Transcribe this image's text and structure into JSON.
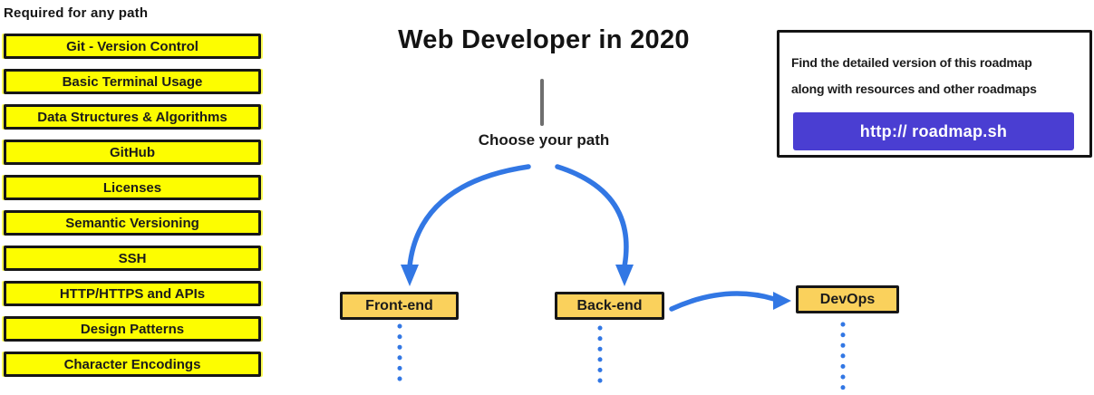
{
  "page": {
    "title": "Web Developer in 2020",
    "choose_path_label": "Choose your path"
  },
  "required_section": {
    "header": "Required for any path",
    "items": [
      "Git - Version Control",
      "Basic Terminal Usage",
      "Data Structures & Algorithms",
      "GitHub",
      "Licenses",
      "Semantic Versioning",
      "SSH",
      "HTTP/HTTPS and APIs",
      "Design Patterns",
      "Character Encodings"
    ]
  },
  "path_nodes": {
    "front_end": "Front-end",
    "back_end": "Back-end",
    "devops": "DevOps"
  },
  "info_box": {
    "line1": "Find the detailed version of this roadmap",
    "line2": "along with resources and other roadmaps",
    "button_label": "http:// roadmap.sh"
  },
  "colors": {
    "highlight_yellow": "#fdfd00",
    "node_amber": "#fad15c",
    "arrow_blue": "#3277e4",
    "brand_indigo": "#4a3ed2",
    "ink": "#161616",
    "stem_gray": "#6e6e6e"
  }
}
